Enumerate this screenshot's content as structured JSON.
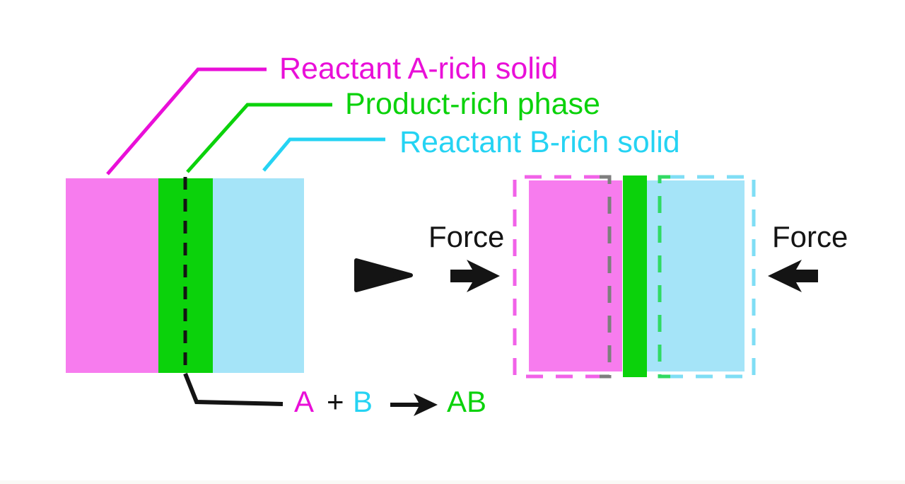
{
  "labels": {
    "reactant_a": "Reactant A-rich solid",
    "product": "Product-rich phase",
    "reactant_b": "Reactant B-rich solid"
  },
  "forces": {
    "left": "Force",
    "right": "Force"
  },
  "equation": {
    "a": "A",
    "plus": "+",
    "b": "B",
    "ab": "AB"
  },
  "colors": {
    "magenta": "#E90FD8",
    "green": "#0BD20B",
    "cyan": "#25D3F3",
    "pink_fill": "#F77CEE",
    "blue_fill": "#A5E4F8",
    "green_fill": "#0BD20B",
    "black": "#141414",
    "dash_magenta": "#F162E8",
    "dash_gray": "#7E7E7E",
    "dash_green": "#31DA63",
    "dash_cyan": "#7FDEF5",
    "artifact": "#FAFAF6"
  }
}
